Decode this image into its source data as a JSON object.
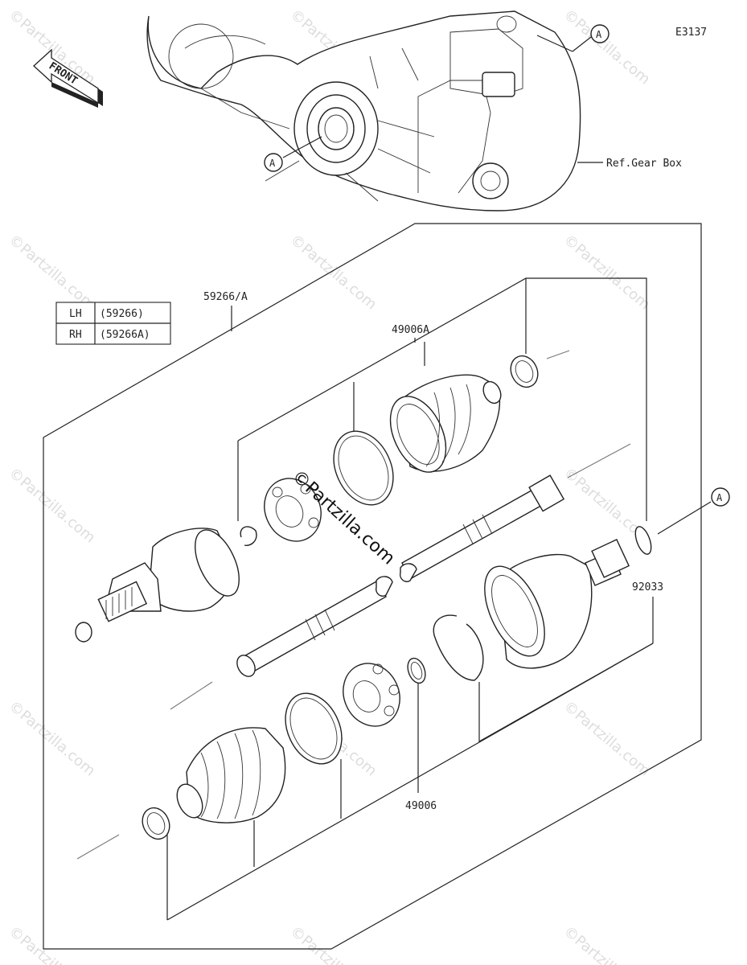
{
  "diagram": {
    "code": "E3137",
    "front_label": "FRONT",
    "ref_gear_box": "Ref.Gear Box",
    "callout_a": "A",
    "parts": {
      "shaft_assembly": "59266/A",
      "boot_kit_outer": "49006A",
      "boot_kit_inner": "49006",
      "circlip": "92033"
    },
    "side_table": [
      {
        "side": "LH",
        "part": "(59266)"
      },
      {
        "side": "RH",
        "part": "(59266A)"
      }
    ],
    "watermark": "©Partzilla.com"
  }
}
